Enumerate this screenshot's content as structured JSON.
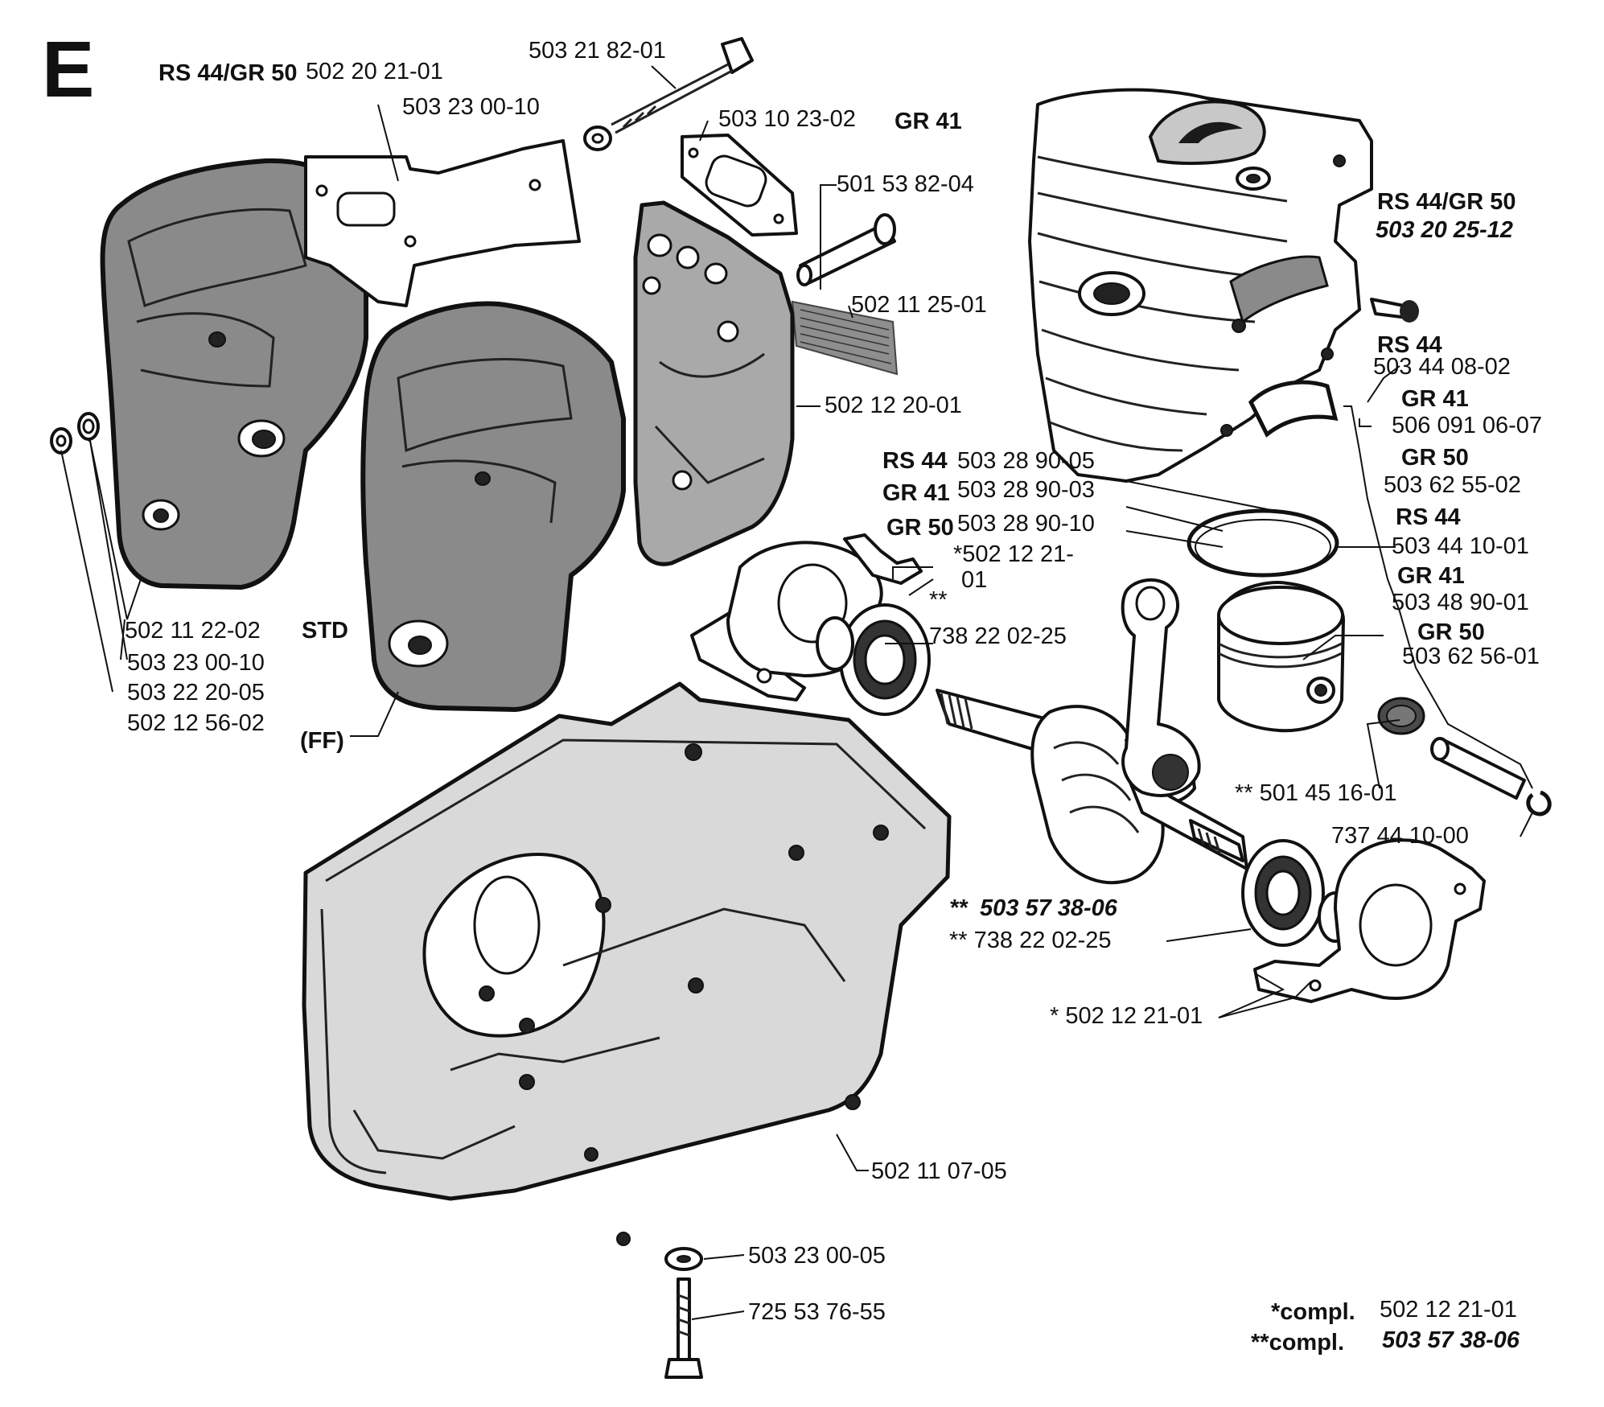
{
  "section_letter": "E",
  "labels": {
    "rs44gr50_top": "RS 44/GR 50",
    "p_5022021_01": "502 20 21-01",
    "p_5032182_01": "503 21 82-01",
    "p_5032300_10_top": "503 23 00-10",
    "p_5031023_02": "503 10 23-02",
    "gr41_top": "GR 41",
    "p_5015382_04": "501 53 82-04",
    "p_5021125_01": "502 11 25-01",
    "p_5021220_01": "502 12 20-01",
    "rs44gr50_right": "RS 44/GR 50",
    "p_5032025_12": "503 20 25-12",
    "rs44_a": "RS 44",
    "p_5034408_02": "503 44 08-02",
    "gr41_a": "GR 41",
    "p_506091_06_07": "506 091 06-07",
    "gr50_a": "GR 50",
    "p_5036255_02": "503 62 55-02",
    "rs44_b": "RS 44",
    "p_5034410_01": "503 44 10-01",
    "gr41_b": "GR 41",
    "p_5034890_01": "503 48 90-01",
    "gr50_b": "GR 50",
    "p_5036256_01": "503 62 56-01",
    "rs44_ring": "RS 44",
    "p_5032890_05": "503 28 90-05",
    "gr41_ring": "GR 41",
    "p_5032890_03": "503 28 90-03",
    "gr50_ring": "GR 50",
    "p_5032890_10": "503 28 90-10",
    "p_5021221_top_a": "*502 12 21-",
    "p_5021221_top_b": "01",
    "double_star": "**",
    "p_7382202_25_top": "738 22 02-25",
    "p_5021122_02": "502 11 22-02",
    "std": "STD",
    "p_5032300_10_left": "503 23 00-10",
    "p_5032220_05": "503 22 20-05",
    "p_5021256_02": "502 12 56-02",
    "ff": "(FF)",
    "p_5014516_01": "** 501 45 16-01",
    "p_7374410_00": "737 44 10-00",
    "p_5035738_06_star": "**",
    "p_5035738_06": "503 57 38-06",
    "p_7382202_25_low": "** 738 22 02-25",
    "p_5021221_01_low": "* 502 12 21-01",
    "p_5021107_05": "502 11 07-05",
    "p_5032300_05": "503 23 00-05",
    "p_7255376_55": "725 53 76-55",
    "compl1_prefix": "*compl.",
    "compl1_value": "502 12 21-01",
    "compl2_prefix": "**compl.",
    "compl2_value": "503 57 38-06"
  }
}
